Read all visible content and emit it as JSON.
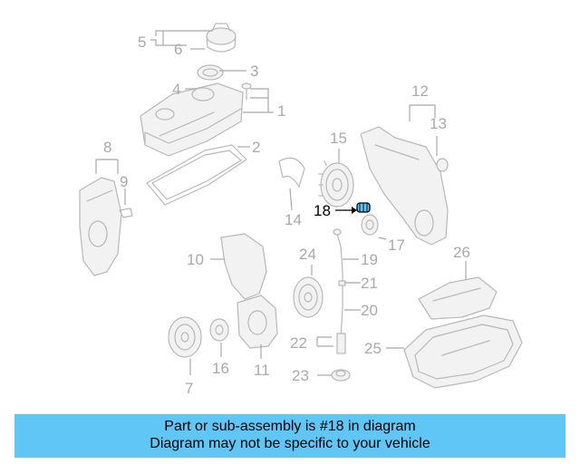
{
  "callouts": {
    "c1": "1",
    "c2": "2",
    "c3": "3",
    "c4": "4",
    "c5": "5",
    "c6": "6",
    "c7": "7",
    "c8": "8",
    "c9": "9",
    "c10": "10",
    "c11": "11",
    "c12": "12",
    "c13": "13",
    "c14": "14",
    "c15": "15",
    "c16": "16",
    "c17": "17",
    "c18": "18",
    "c19": "19",
    "c20": "20",
    "c21": "21",
    "c22": "22",
    "c23": "23",
    "c24": "24",
    "c25": "25",
    "c26": "26"
  },
  "highlight": {
    "part_number": "18",
    "color": "#5fc6f5"
  },
  "banner": {
    "line1": "Part or sub-assembly is #18 in diagram",
    "line2": "Diagram may not be specific to your vehicle",
    "background": "#5fc6f5"
  }
}
